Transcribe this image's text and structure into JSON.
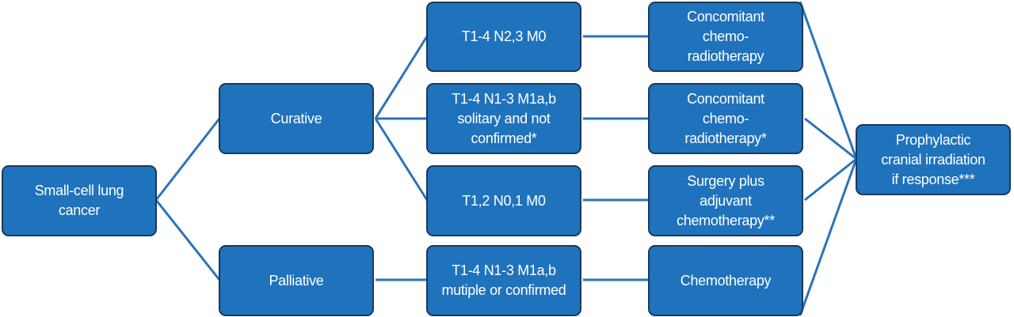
{
  "nodes": {
    "sclc": "Small-cell lung\ncancer",
    "curative": "Curative",
    "palliative": "Palliative",
    "t_n23": "T1-4 N2,3 M0",
    "t_m1ab_solitary": "T1-4 N1-3 M1a,b\nsolitary and not\nconfirmed*",
    "t_n01": "T1,2 N0,1 M0",
    "t_m1ab_multiple": "T1-4 N1-3 M1a,b\nmutiple or confirmed",
    "concomitant1": "Concomitant\nchemo-\nradiotherapy",
    "concomitant2": "Concomitant\nchemo-\nradiotherapy*",
    "surgery": "Surgery plus\nadjuvant\nchemotherapy**",
    "chemo": "Chemotherapy",
    "pci": "Prophylactic\ncranial irradiation\nif response***"
  },
  "colors": {
    "box": "#1f72bc",
    "border": "#1b3a5a",
    "line": "#2a74b8"
  }
}
